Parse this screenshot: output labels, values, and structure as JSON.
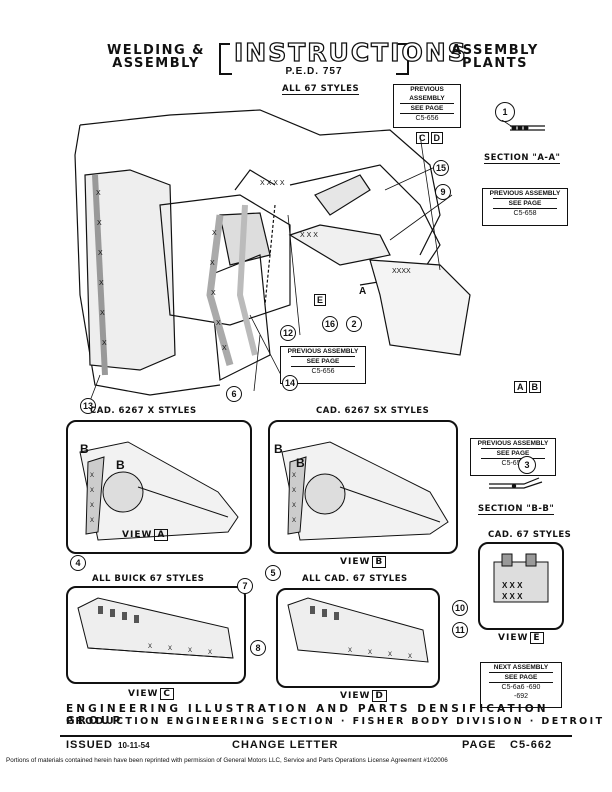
{
  "header": {
    "left": [
      "WELDING &",
      "ASSEMBLY"
    ],
    "title": "INSTRUCTIONS",
    "sub": "P.E.D. 757",
    "right": [
      "ASSEMBLY",
      "PLANTS"
    ]
  },
  "main": {
    "caption": "ALL 67 STYLES",
    "ref_boxes": [
      {
        "title": "PREVIOUS ASSEMBLY",
        "see": "SEE PAGE",
        "page": "C5-656"
      },
      {
        "title": "PREVIOUS ASSEMBLY",
        "see": "SEE PAGE",
        "page": "C5-658"
      },
      {
        "title": "PREVIOUS ASSEMBLY",
        "see": "SEE PAGE",
        "page": "C5-656"
      }
    ],
    "callouts": [
      "15",
      "9",
      "16",
      "2",
      "12",
      "14",
      "6",
      "13"
    ],
    "letters": {
      "cd1": "C",
      "cd2": "D",
      "e": "E",
      "a": "A",
      "ab1": "A",
      "ab2": "B"
    },
    "section_aa": {
      "num": "1",
      "label": "SECTION \"A-A\""
    }
  },
  "middle": {
    "left_caption": "CAD. 6267 X STYLES",
    "right_caption": "CAD. 6267 SX STYLES",
    "ref_box": {
      "title": "PREVIOUS ASSEMBLY",
      "see": "SEE PAGE",
      "page": "C5-658"
    },
    "section_bb": {
      "num": "3",
      "label": "SECTION \"B-B\""
    },
    "view_a": {
      "word": "VIEW",
      "letter": "A"
    },
    "view_b": {
      "word": "VIEW",
      "letter": "B"
    },
    "callouts": [
      "4",
      "5"
    ],
    "b": "B"
  },
  "bottom": {
    "left_caption": "ALL BUICK 67 STYLES",
    "mid_caption": "ALL CAD. 67 STYLES",
    "right_caption": "CAD. 67 STYLES",
    "view_c": {
      "word": "VIEW",
      "letter": "C"
    },
    "view_d": {
      "word": "VIEW",
      "letter": "D"
    },
    "view_e": {
      "word": "VIEW",
      "letter": "E"
    },
    "callouts": [
      "7",
      "8",
      "10",
      "11"
    ],
    "next_box": {
      "title": "NEXT ASSEMBLY",
      "see": "SEE PAGE",
      "page": "C5-6a6 -690",
      "page2": "-692"
    }
  },
  "footer": {
    "line1": "ENGINEERING ILLUSTRATION AND PARTS DENSIFICATION GROUP",
    "line2": "PRODUCTION ENGINEERING SECTION · FISHER BODY DIVISION · DETROIT",
    "issued_label": "ISSUED",
    "issued_date": "10-11-54",
    "change": "CHANGE LETTER",
    "page_label": "PAGE",
    "page": "C5-662",
    "notice": "Portions of materials contained herein have been reprinted with permission of General Motors LLC, Service and Parts Operations License Agreement #102006"
  }
}
